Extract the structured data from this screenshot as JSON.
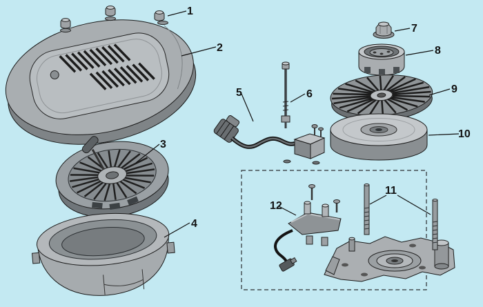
{
  "diagram": {
    "type": "exploded-parts-diagram",
    "colors": {
      "background": "#c3e9f2",
      "line": "#1a1a1a",
      "metal_light": "#c4c8cb",
      "metal_mid": "#9aa0a4",
      "metal_dark": "#6e7376"
    },
    "callouts": [
      {
        "number": "1"
      },
      {
        "number": "2"
      },
      {
        "number": "3"
      },
      {
        "number": "4"
      },
      {
        "number": "5"
      },
      {
        "number": "6"
      },
      {
        "number": "7"
      },
      {
        "number": "8"
      },
      {
        "number": "9"
      },
      {
        "number": "10"
      },
      {
        "number": "11"
      },
      {
        "number": "12"
      }
    ]
  }
}
